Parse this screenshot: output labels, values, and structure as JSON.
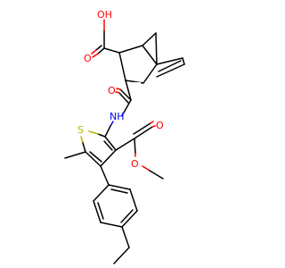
{
  "colors": {
    "carbon": "#000000",
    "oxygen": "#ff0000",
    "nitrogen": "#0000ff",
    "sulfur": "#b2b200",
    "background": "#ffffff"
  },
  "labels": {
    "acid_oh": "OH",
    "acid_o": "O",
    "amide_o": "O",
    "amide_nh": "NH",
    "sulfur": "S",
    "ester_o_carbonyl": "O",
    "ester_o_ether": "O"
  }
}
